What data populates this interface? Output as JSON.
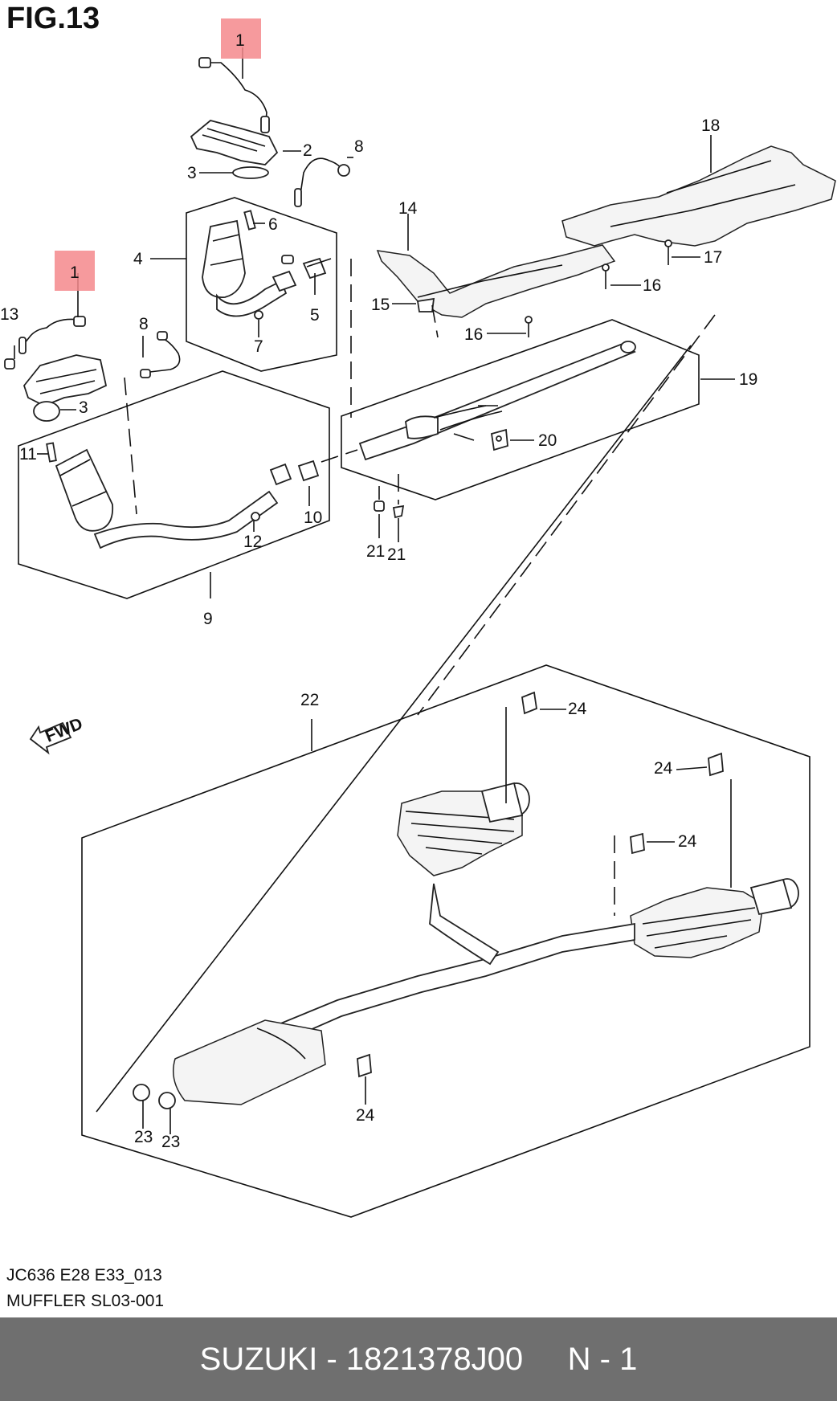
{
  "figure": {
    "title": "FIG.13"
  },
  "callouts": [
    {
      "id": "c1a",
      "text": "1"
    },
    {
      "id": "c1b",
      "text": "1"
    },
    {
      "id": "c2",
      "text": "2"
    },
    {
      "id": "c3a",
      "text": "3"
    },
    {
      "id": "c3b",
      "text": "3"
    },
    {
      "id": "c4",
      "text": "4"
    },
    {
      "id": "c5",
      "text": "5"
    },
    {
      "id": "c6",
      "text": "6"
    },
    {
      "id": "c7",
      "text": "7"
    },
    {
      "id": "c8a",
      "text": "8"
    },
    {
      "id": "c8b",
      "text": "8"
    },
    {
      "id": "c9",
      "text": "9"
    },
    {
      "id": "c10",
      "text": "10"
    },
    {
      "id": "c11",
      "text": "11"
    },
    {
      "id": "c12",
      "text": "12"
    },
    {
      "id": "c13",
      "text": "13"
    },
    {
      "id": "c14",
      "text": "14"
    },
    {
      "id": "c15",
      "text": "15"
    },
    {
      "id": "c16a",
      "text": "16"
    },
    {
      "id": "c16b",
      "text": "16"
    },
    {
      "id": "c17",
      "text": "17"
    },
    {
      "id": "c18",
      "text": "18"
    },
    {
      "id": "c19",
      "text": "19"
    },
    {
      "id": "c20",
      "text": "20"
    },
    {
      "id": "c21a",
      "text": "21"
    },
    {
      "id": "c21b",
      "text": "21"
    },
    {
      "id": "c22",
      "text": "22"
    },
    {
      "id": "c23a",
      "text": "23"
    },
    {
      "id": "c23b",
      "text": "23"
    },
    {
      "id": "c24a",
      "text": "24"
    },
    {
      "id": "c24b",
      "text": "24"
    },
    {
      "id": "c24c",
      "text": "24"
    },
    {
      "id": "c24d",
      "text": "24"
    }
  ],
  "fwd_label": "FWD",
  "highlight_color": "#f4888c",
  "caption": {
    "line1": "JC636 E28 E33_013",
    "line2": "MUFFLER SL03-001"
  },
  "footer": {
    "text": "SUZUKI - 1821378J00     N - 1",
    "background": "#6f6f6f"
  }
}
